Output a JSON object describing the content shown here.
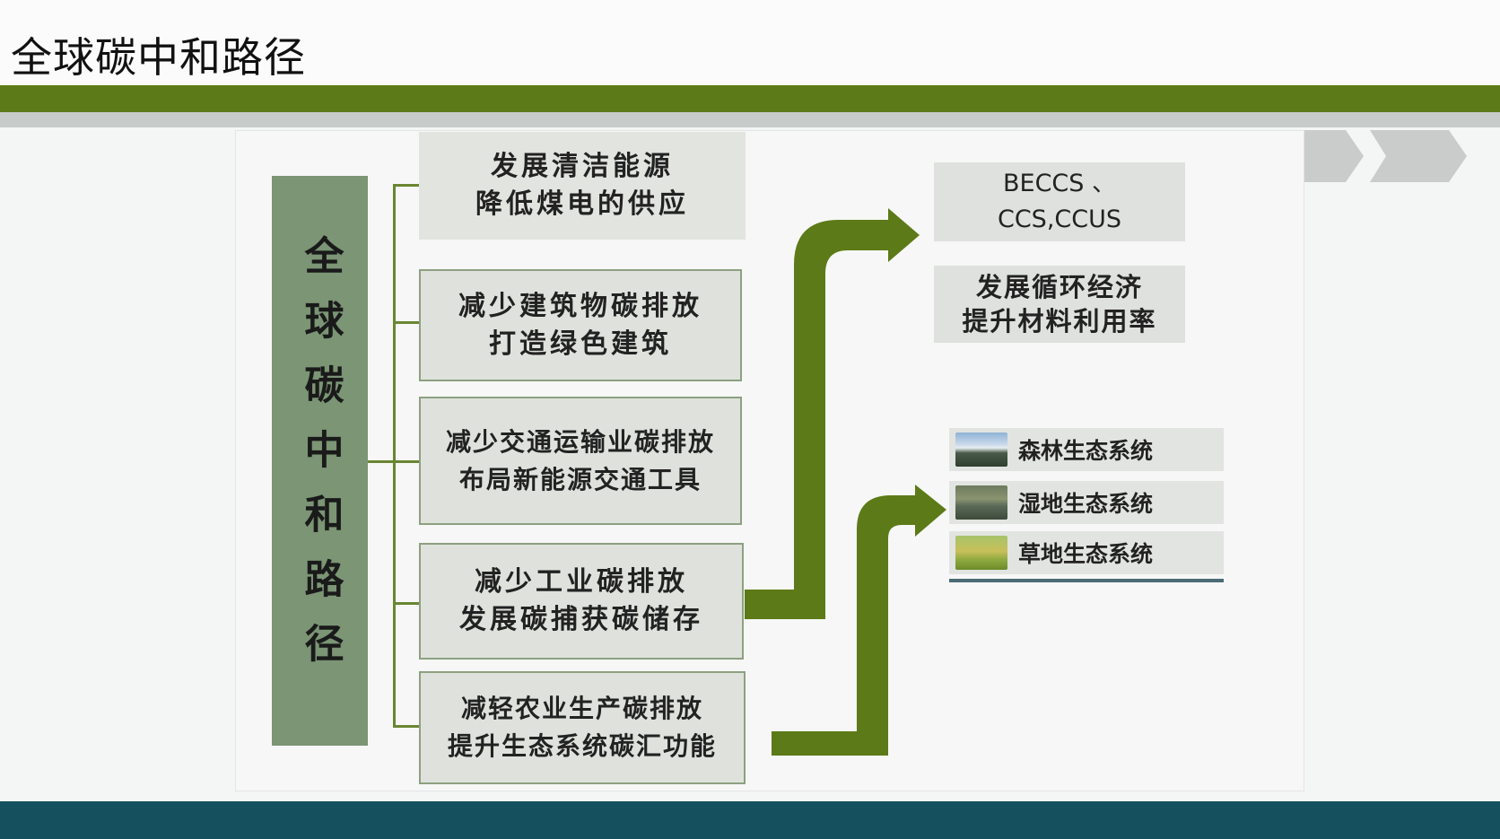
{
  "page": {
    "title": "全球碳中和路径"
  },
  "diagram": {
    "root_label": "全球碳中和路径",
    "steps": [
      {
        "line1": "发展清洁能源",
        "line2": "降低煤电的供应"
      },
      {
        "line1": "减少建筑物碳排放",
        "line2": "打造绿色建筑"
      },
      {
        "line1": "减少交通运输业碳排放",
        "line2": "布局新能源交通工具"
      },
      {
        "line1": "减少工业碳排放",
        "line2": "发展碳捕获碳储存"
      },
      {
        "line1": "减轻农业生产碳排放",
        "line2": "提升生态系统碳汇功能"
      }
    ],
    "industry_outcomes": [
      {
        "line1": "BECCS 、",
        "line2": "CCS,CCUS"
      },
      {
        "line1": "发展循环经济",
        "line2": "提升材料利用率"
      }
    ],
    "ecosystems": [
      {
        "label": "森林生态系统",
        "thumb_icon": "forest-thumbnail"
      },
      {
        "label": "湿地生态系统",
        "thumb_icon": "wetland-thumbnail"
      },
      {
        "label": "草地生态系统",
        "thumb_icon": "grassland-thumbnail"
      }
    ]
  },
  "colors": {
    "accent_green": "#5c7a17",
    "root_box": "#7b9575",
    "bottom_bar": "#14505e"
  }
}
